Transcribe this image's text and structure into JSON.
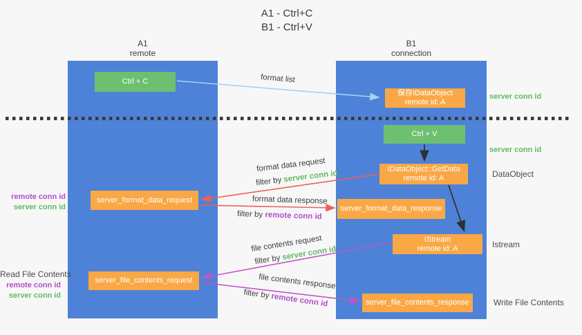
{
  "title": {
    "line1": "A1 - Ctrl+C",
    "line2": "B1 - Ctrl+V"
  },
  "lifelines": {
    "a1": {
      "name": "A1",
      "subtitle": "remote"
    },
    "b1": {
      "name": "B1",
      "subtitle": "connection"
    }
  },
  "nodes": {
    "ctrl_c": "Ctrl + C",
    "ctrl_v": "Ctrl + V",
    "save_idataobject": {
      "line1": "保存IDataObject",
      "line2": "remote id: A"
    },
    "getdata": {
      "line1": "IDataObject::GetData",
      "line2": "remote id: A"
    },
    "istream": {
      "line1": "IStream",
      "line2": "remote id: A"
    },
    "format_request": "server_format_data_request",
    "format_response": "server_format_data_response",
    "file_request": "server_file_contents_request",
    "file_response": "server_file_contents_response"
  },
  "arrow_labels": {
    "format_list": "format list",
    "format_data_request": "format data request",
    "format_data_response": "format data response",
    "file_contents_request": "file contents request",
    "file_contents_response": "file contents response",
    "filter_by": "filter by",
    "server_conn_id": "server conn id",
    "remote_conn_id": "remote conn id"
  },
  "side_labels": {
    "server_conn_id_top": "server conn id",
    "server_conn_id_mid": "server conn id",
    "dataobject": "DataObject",
    "istream": "Istream",
    "write_file_contents": "Write File Contents",
    "read_file_contents": "Read File Contents",
    "remote_conn_id_1": "remote conn id",
    "server_conn_id_1": "server conn id",
    "remote_conn_id_2": "remote conn id",
    "server_conn_id_2": "server conn id"
  },
  "colors": {
    "background": "#f7f7f7",
    "lifeline_blue": "#4d82d8",
    "box_green": "#6ec071",
    "box_orange": "#f9a845",
    "arrow_light_blue": "#a5d2f3",
    "arrow_red": "#ee6056",
    "arrow_magenta": "#c155c4",
    "arrow_black": "#2f2f2f",
    "text_green": "#5fbb63",
    "text_purple": "#b44ccc",
    "text_dark": "#3c3c3c"
  }
}
